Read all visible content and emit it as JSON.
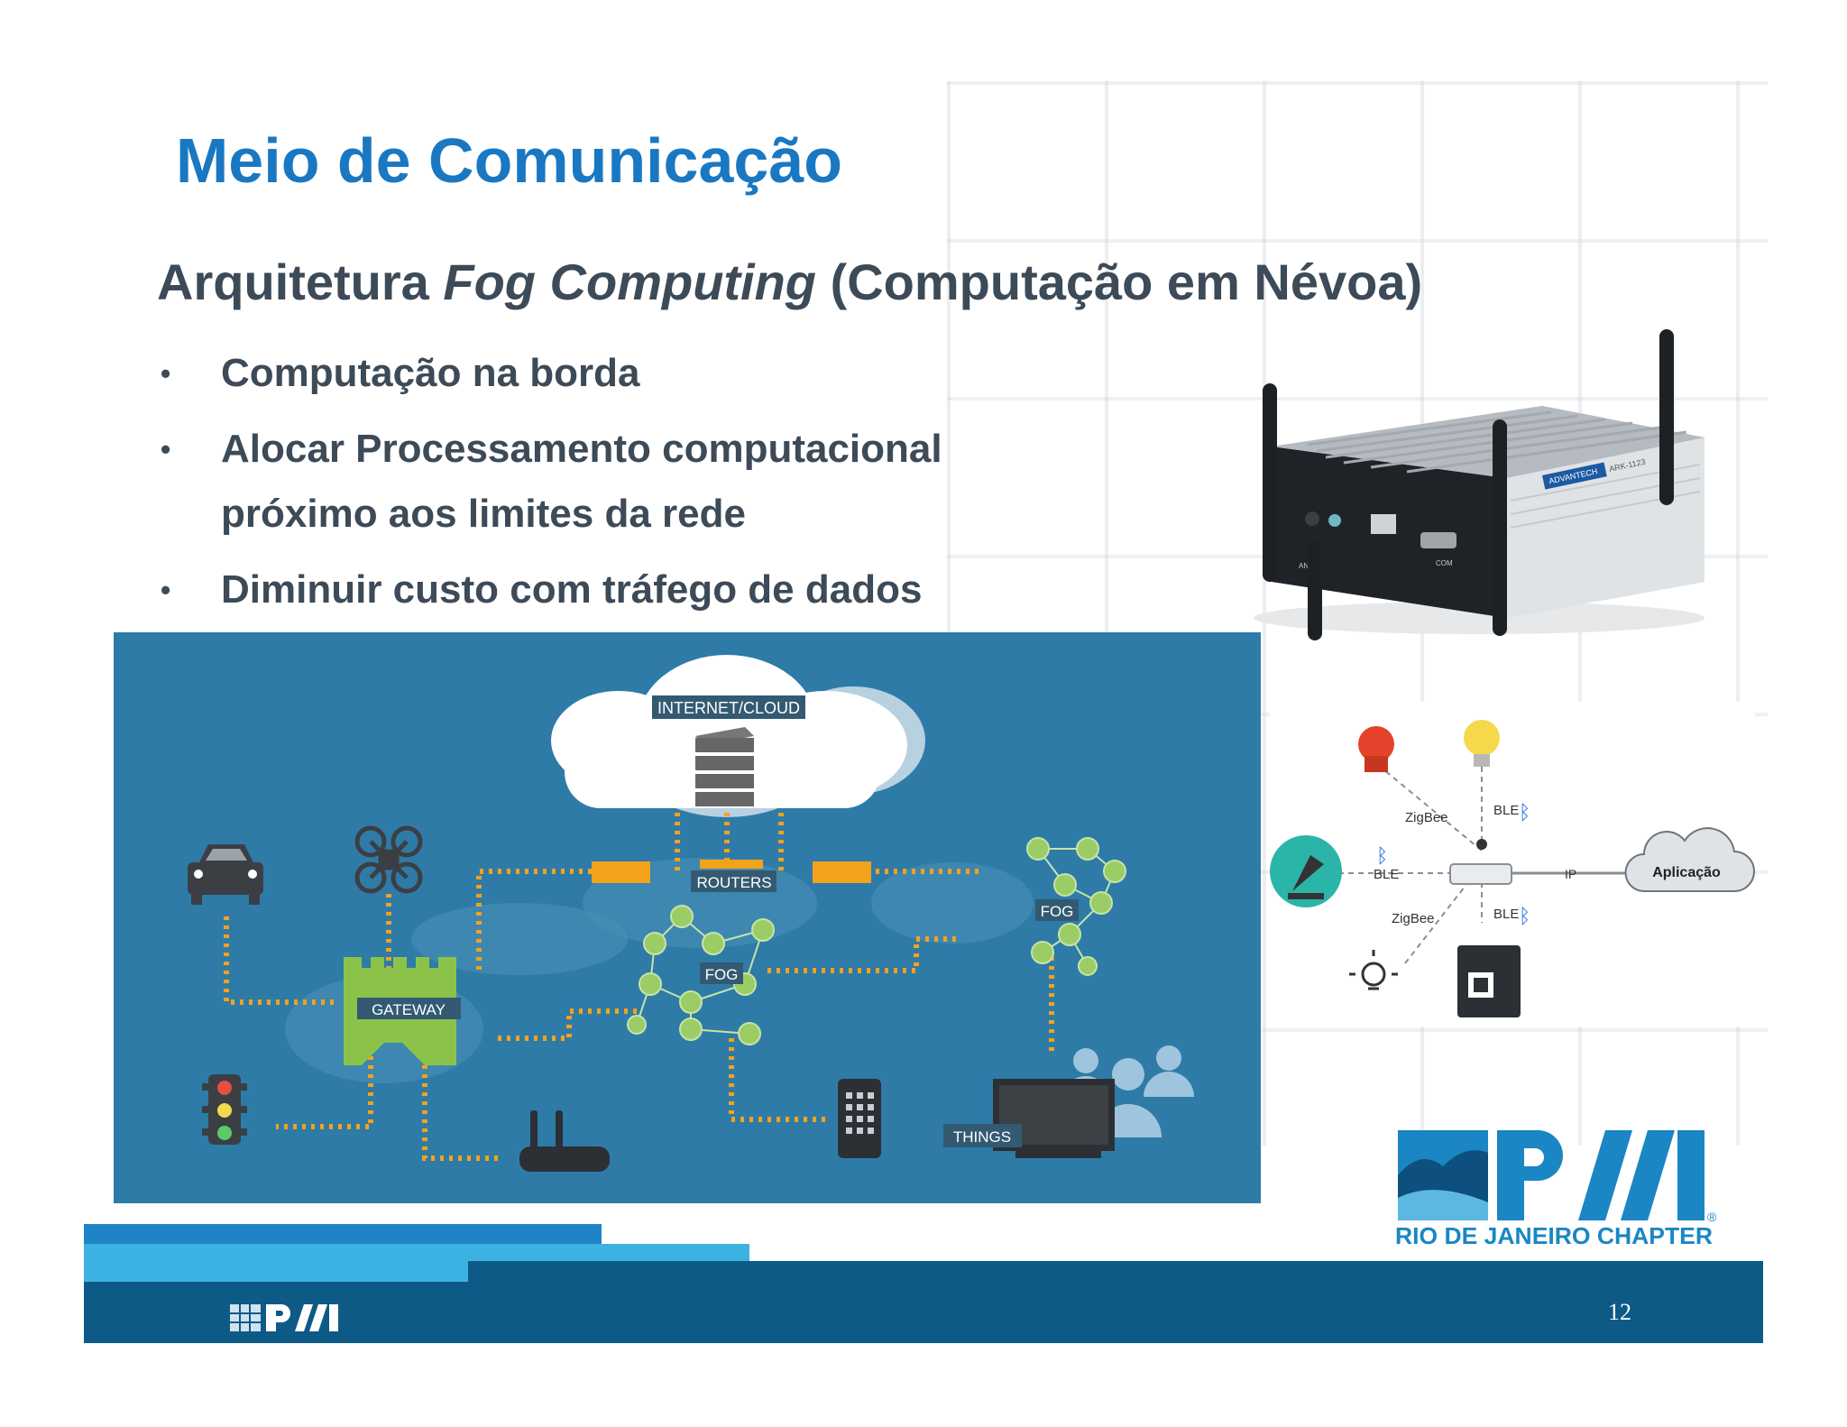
{
  "slide": {
    "title": "Meio de Comunicação",
    "subtitle_pre": "Arquitetura ",
    "subtitle_italic": "Fog Computing",
    "subtitle_post": " (Computação em Névoa)",
    "bullets": [
      "Computação na borda",
      "Alocar Processamento computacional próximo aos limites da rede",
      "Diminuir custo com tráfego de dados"
    ],
    "page_number": "12"
  },
  "fog_diagram": {
    "labels": {
      "cloud": "INTERNET/CLOUD",
      "routers": "ROUTERS",
      "fog_center": "FOG",
      "fog_right": "FOG",
      "gateway": "GATEWAY",
      "things": "THINGS"
    },
    "colors": {
      "background": "#2e7ba8",
      "connector": "#f3a21c",
      "node": "#9ccc65",
      "gateway": "#8bc34a"
    }
  },
  "iot_diagram": {
    "labels": {
      "zigbee_top": "ZigBee",
      "ble_top": "BLE",
      "ble_left": "BLE",
      "zigbee_bottom": "ZigBee",
      "ble_bottom": "BLE",
      "ip": "IP",
      "application": "Aplicação"
    }
  },
  "device_photo": {
    "brand": "ADVANTECH",
    "model": "ARK-1123",
    "port_ant": "ANT",
    "port_com": "COM"
  },
  "pmi_chapter": {
    "logo_text": "PMI",
    "registered": "®",
    "chapter_name": "RIO DE JANEIRO CHAPTER"
  },
  "footer": {
    "logo_text": "PMI"
  },
  "colors": {
    "title": "#1a78c2",
    "body_text": "#3d4a57",
    "footer_dark": "#0e5a86",
    "footer_mid": "#1e84c6",
    "footer_light": "#3bb2e2"
  }
}
